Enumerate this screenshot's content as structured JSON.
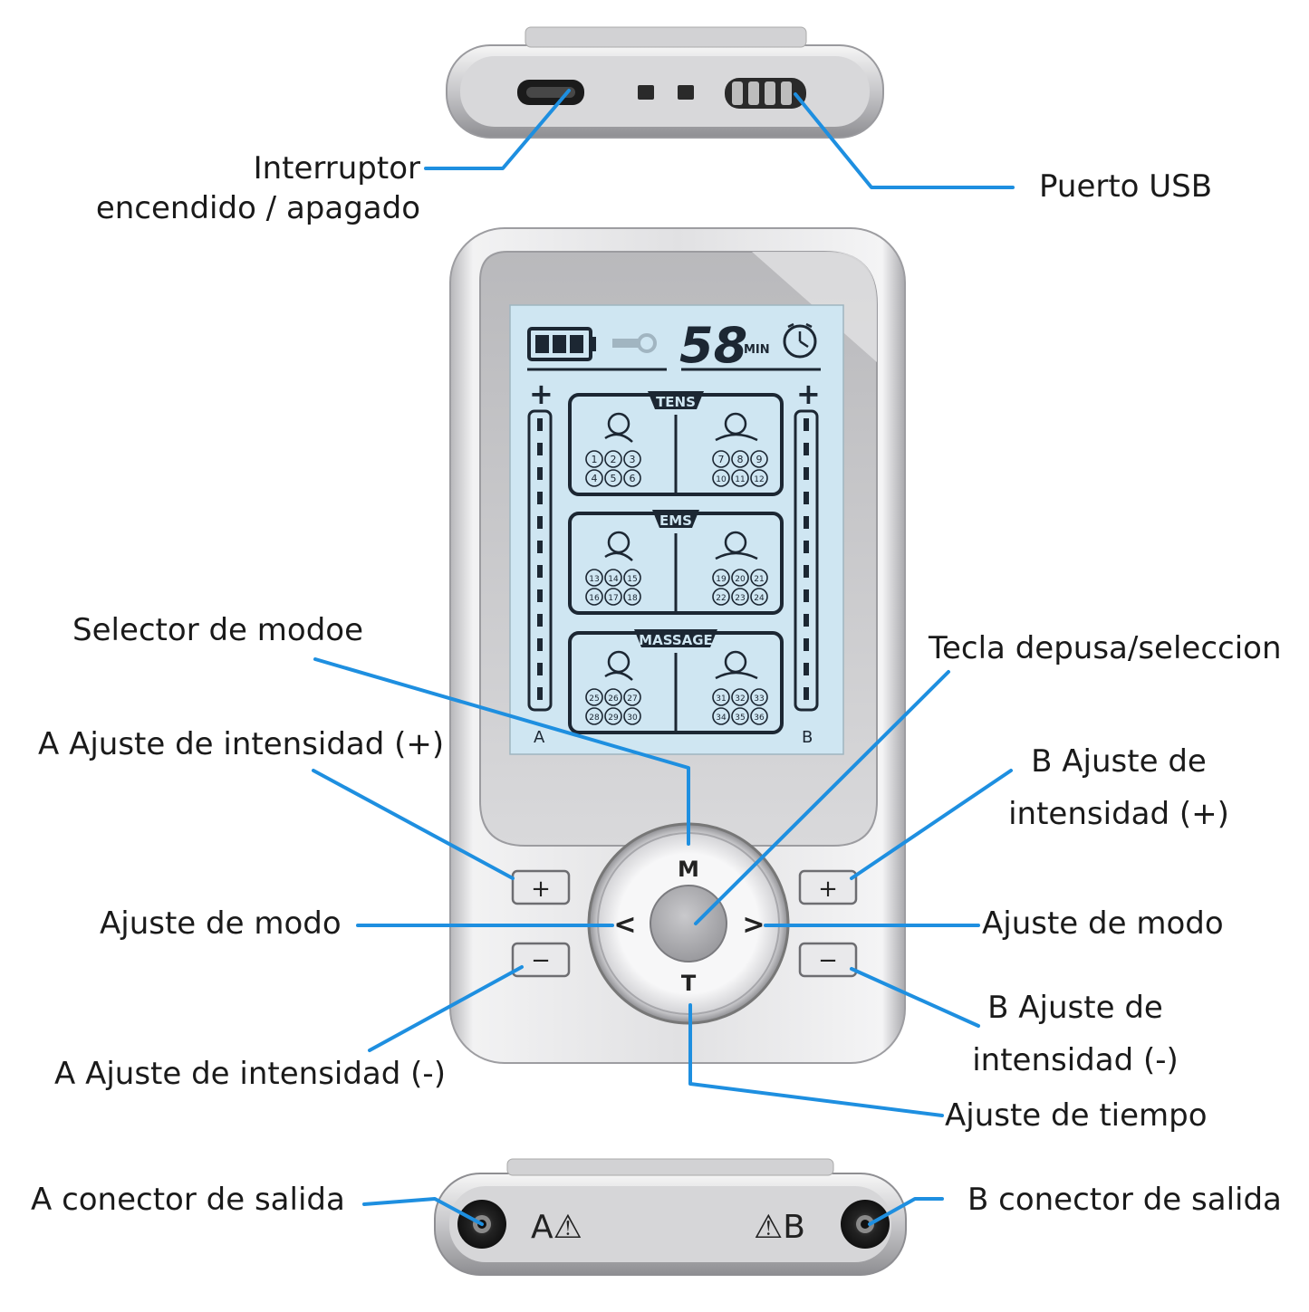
{
  "labels": {
    "power_switch": [
      "Interruptor",
      "encendido / apagado"
    ],
    "usb_port": "Puerto USB",
    "mode_selector": "Selector de modoe",
    "pause_select_key": "Tecla depusa/seleccion",
    "a_intensity_plus": "A Ajuste de intensidad (+)",
    "b_intensity_plus": [
      "B Ajuste de",
      "intensidad (+)"
    ],
    "mode_adjust_left": "Ajuste de modo",
    "mode_adjust_right": "Ajuste de modo",
    "a_intensity_minus": "A Ajuste de intensidad (-)",
    "b_intensity_minus": [
      "B Ajuste de",
      "intensidad (-)"
    ],
    "time_adjust": "Ajuste de tiempo",
    "a_output": "A conector de salida",
    "b_output": "B conector de salida"
  },
  "lcd": {
    "timer_value": "58",
    "timer_unit": "MIN",
    "channel_a": "A",
    "channel_b": "B",
    "plus_sign": "+",
    "sections": [
      {
        "title": "TENS",
        "left_programs": [
          "1",
          "2",
          "3",
          "4",
          "5",
          "6"
        ],
        "right_programs": [
          "7",
          "8",
          "9",
          "10",
          "11",
          "12"
        ]
      },
      {
        "title": "EMS",
        "left_programs": [
          "13",
          "14",
          "15",
          "16",
          "17",
          "18"
        ],
        "right_programs": [
          "19",
          "20",
          "21",
          "22",
          "23",
          "24"
        ]
      },
      {
        "title": "MASSAGE",
        "left_programs": [
          "25",
          "26",
          "27",
          "28",
          "29",
          "30"
        ],
        "right_programs": [
          "31",
          "32",
          "33",
          "34",
          "35",
          "36"
        ]
      }
    ]
  },
  "buttons": {
    "mode": "M",
    "time": "T",
    "plus": "+",
    "minus": "−",
    "left_arrow": "<",
    "right_arrow": ">"
  },
  "bottom_device": {
    "port_a_mark": "A⚠",
    "port_b_mark": "⚠B"
  },
  "colors": {
    "callout_line": "#1e8fe0",
    "lcd_background": "#cfe6f2",
    "lcd_segments": "#1c2733",
    "device_body": "#e6e6e8"
  }
}
